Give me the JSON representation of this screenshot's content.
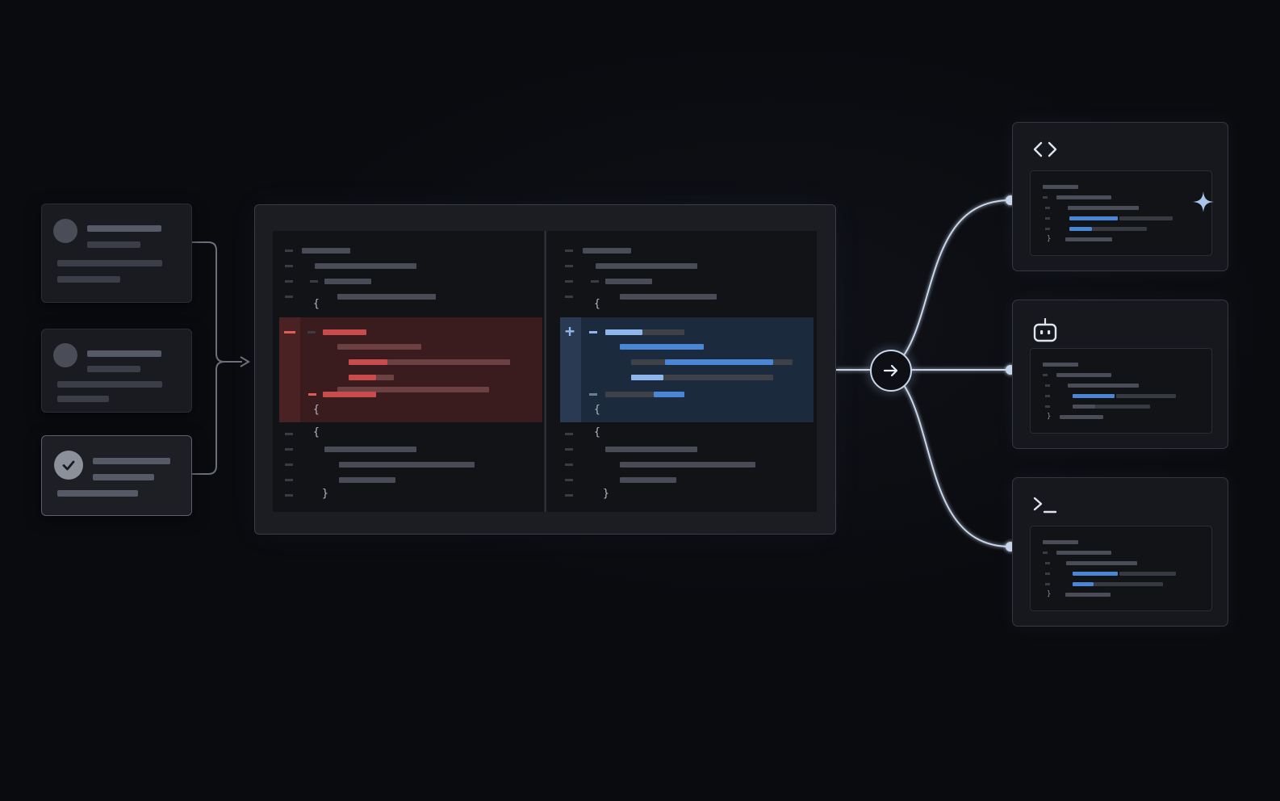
{
  "diagram": {
    "tasks": [
      {
        "state": "pending"
      },
      {
        "state": "pending"
      },
      {
        "state": "done",
        "icon": "check-icon"
      }
    ],
    "editor": {
      "left_pane": {
        "kind": "deletions",
        "color": "#c94b4b",
        "open_brace": "{",
        "close_brace": "}"
      },
      "right_pane": {
        "kind": "additions",
        "color": "#4a86d6",
        "open_brace": "{",
        "close_brace": "}"
      }
    },
    "router_icon": "arrow-right-icon",
    "outputs": [
      {
        "icon": "code-brackets-icon",
        "badge_icon": "sparkle-icon",
        "close_brace": "}"
      },
      {
        "icon": "robot-icon",
        "close_brace": "}"
      },
      {
        "icon": "terminal-prompt-icon",
        "close_brace": "}"
      }
    ],
    "colors": {
      "background": "#0a0b0f",
      "deleted": "#c94b4b",
      "added": "#4a86d6",
      "connector": "#c8d6ea"
    }
  }
}
